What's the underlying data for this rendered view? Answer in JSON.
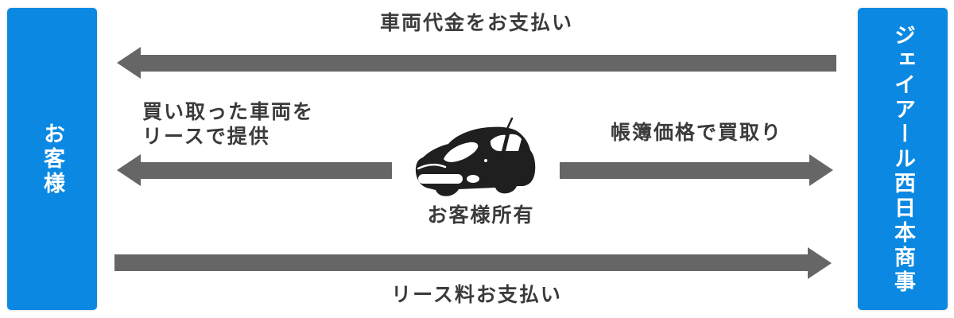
{
  "entities": {
    "customer": {
      "label": "お客様"
    },
    "company": {
      "label": "ジェイアール西日本商事"
    }
  },
  "flows": {
    "vehicle_payment": {
      "label": "車両代金をお支払い",
      "direction": "right-to-left"
    },
    "lease_provide": {
      "label_line1": "買い取った車両を",
      "label_line2": "リースで提供",
      "direction": "right-to-left"
    },
    "book_value_purchase": {
      "label": "帳簿価格で買取り",
      "direction": "left-to-right"
    },
    "lease_fee": {
      "label": "リース料お支払い",
      "direction": "left-to-right"
    }
  },
  "car": {
    "icon": "car-icon",
    "caption": "お客様所有"
  },
  "colors": {
    "entity_box": "#0b89e2",
    "entity_text": "#ffffff",
    "arrow": "#666666",
    "label_text": "#3b3b3b",
    "car": "#1f1f1f",
    "background": "#ffffff"
  }
}
